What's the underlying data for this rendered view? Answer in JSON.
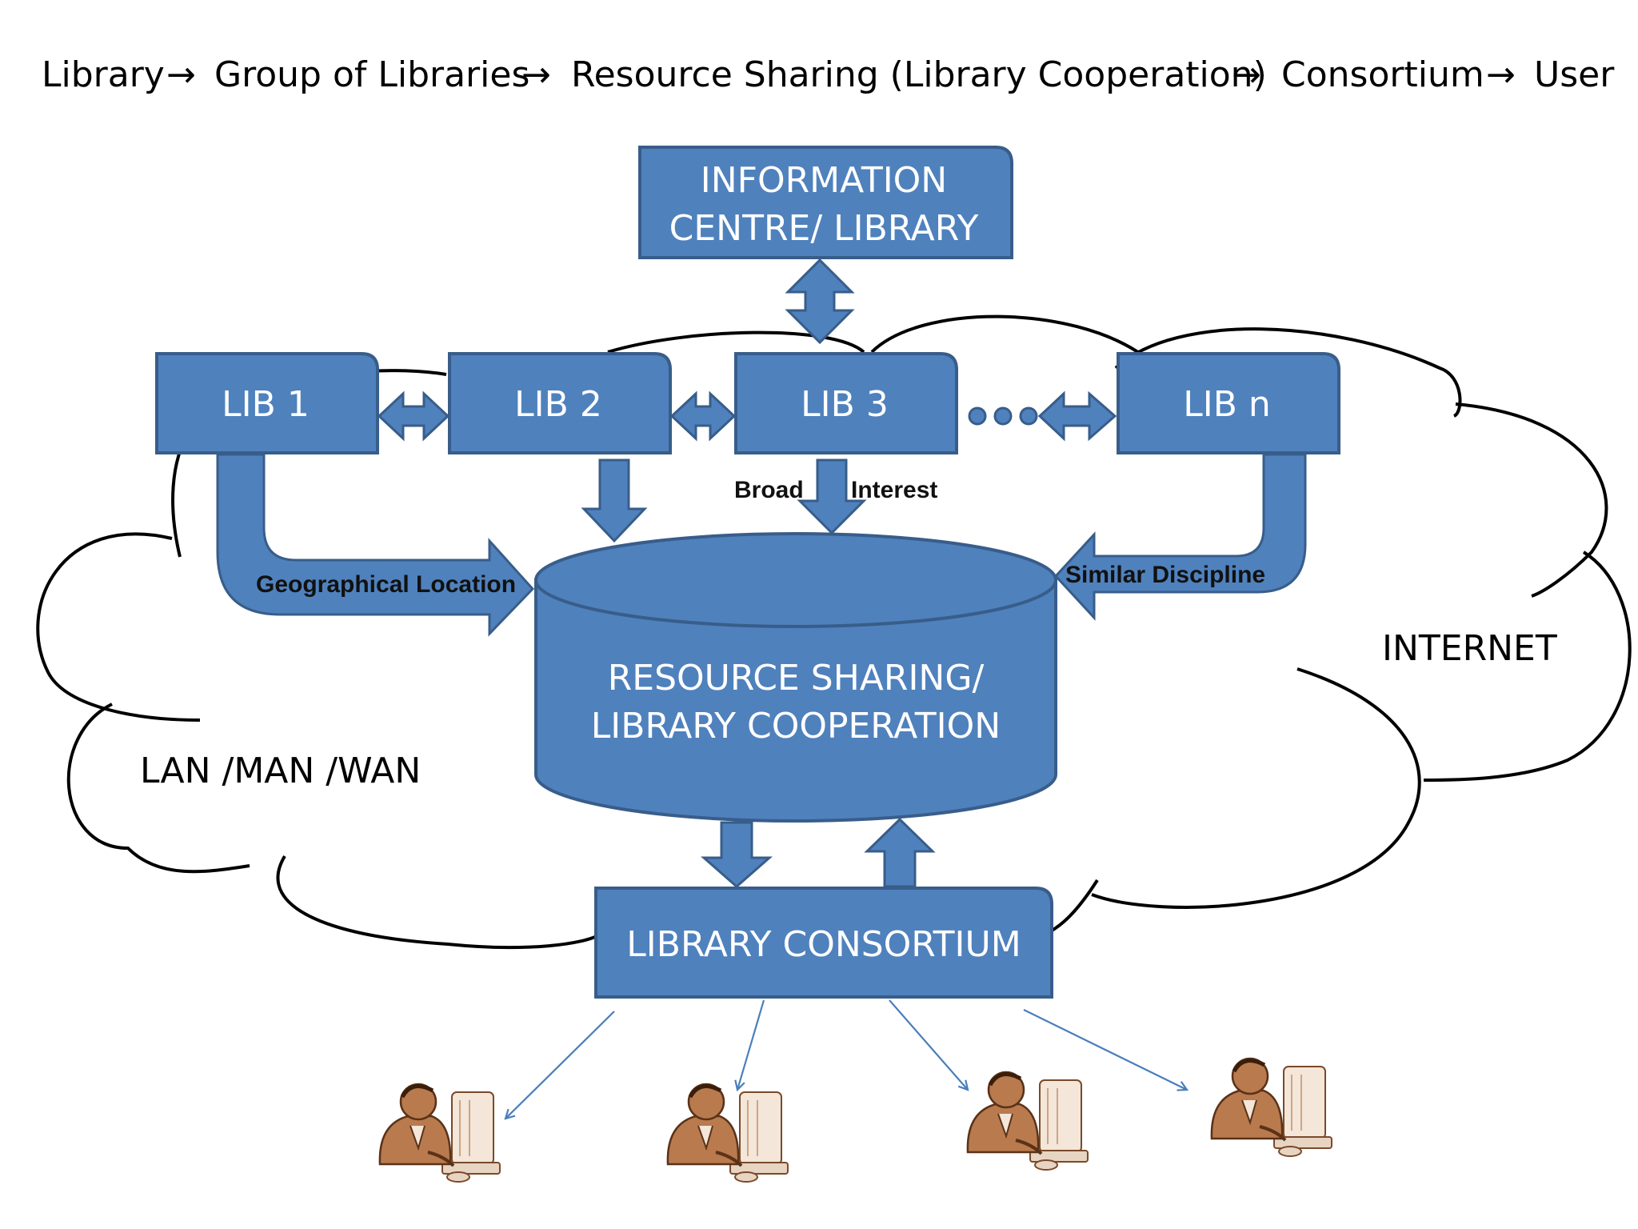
{
  "header": {
    "flow": [
      "Library",
      "Group of Libraries",
      "Resource Sharing (Library Cooperation)",
      "Consortium",
      "User"
    ]
  },
  "nodes": {
    "info_centre": [
      "INFORMATION",
      "CENTRE/ LIBRARY"
    ],
    "lib1": "LIB 1",
    "lib2": "LIB 2",
    "lib3": "LIB 3",
    "libn": "LIB n",
    "resource_sharing": [
      "RESOURCE SHARING/",
      "LIBRARY COOPERATION"
    ],
    "consortium": "LIBRARY CONSORTIUM"
  },
  "labels": {
    "network_left": "LAN /MAN /WAN",
    "network_right": "INTERNET",
    "geo": "Geographical Location",
    "broad": "Broad",
    "interest": "Interest",
    "similar": "Similar Discipline"
  },
  "colors": {
    "box_fill": "#4F81BD",
    "box_stroke": "#385D8A",
    "text_on_box": "#ffffff",
    "user_arrow": "#4A7EBB",
    "user_skin": "#B97A4E"
  },
  "icons": [
    "user-computer-icon",
    "user-computer-icon",
    "user-computer-icon",
    "user-computer-icon"
  ]
}
